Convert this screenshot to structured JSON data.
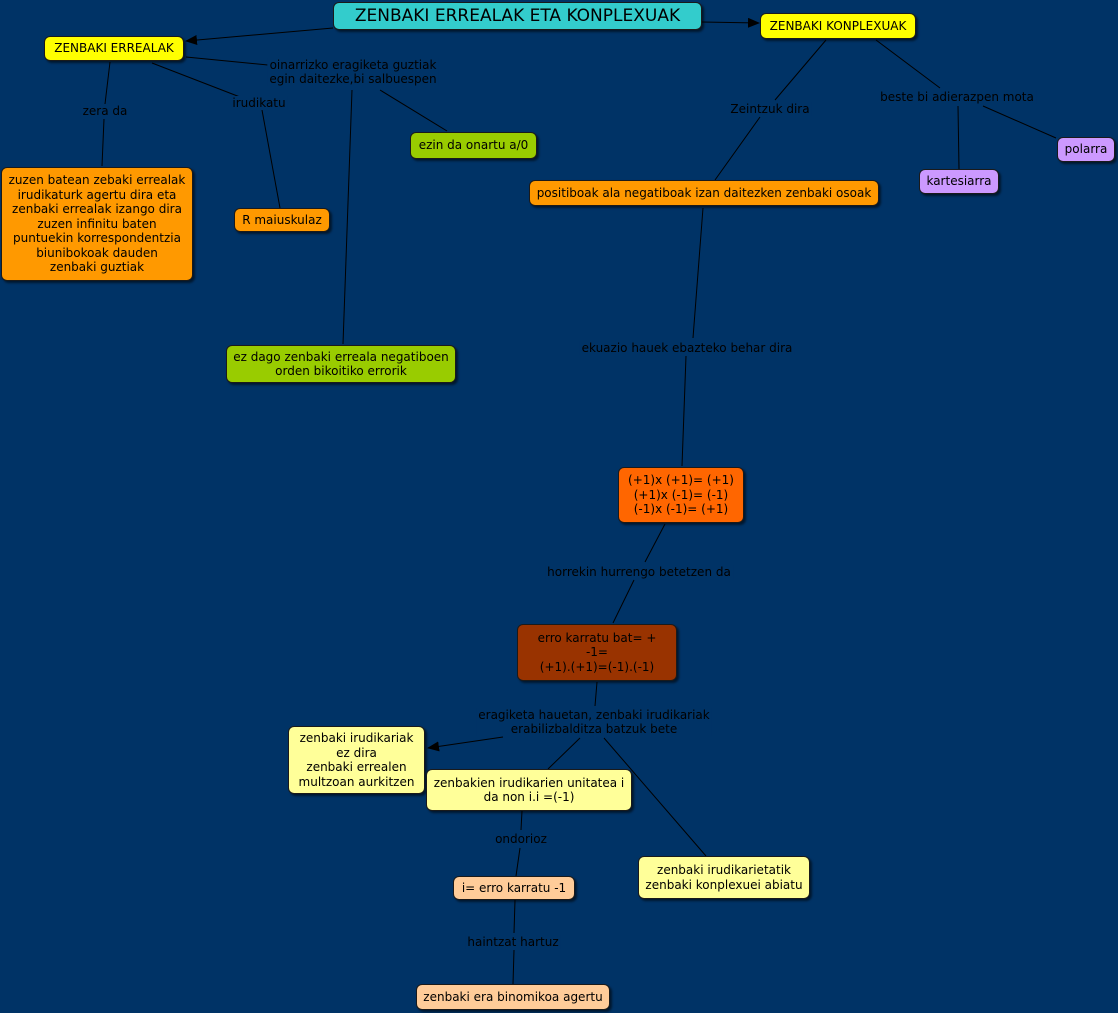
{
  "colors": {
    "background": "#003366",
    "yellow": "#ffff00",
    "orange": "#ff9900",
    "dark_orange": "#ff6600",
    "brown": "#993300",
    "lime": "#99cc00",
    "purple": "#cc99ff",
    "cream": "#ffff99",
    "peach": "#ffcc99",
    "teal": "#33cccc"
  },
  "nodes": {
    "title": "ZENBAKI ERREALAK ETA KONPLEXUAK",
    "erreal": "ZENBAKI ERREALAK",
    "konplex": "ZENBAKI KONPLEXUAK",
    "zuzen": "zuzen batean zebaki errealak\nirudikaturk agertu dira eta\nzenbaki errealak izango dira\nzuzen infinitu baten\npuntuekin korrespondentzia\nbiunibokoak dauden\nzenbaki guztiak",
    "r_maius": "R maiuskulaz",
    "ezin": "ezin da onartu a/0",
    "ezdago": "ez dago zenbaki erreala negatiboen\norden bikoitiko errorik",
    "positiboak": "positiboak ala negatiboak izan daitezken zenbaki osoak",
    "kartesiarra": "kartesiarra",
    "polarra": "polarra",
    "ekuazioak": "(+1)x (+1)= (+1)\n(+1)x (-1)= (-1)\n(-1)x (-1)= (+1)",
    "erro": "erro karratu bat= +\n-1=\n(+1).(+1)=(-1).(-1)",
    "irudikari_ez": "zenbaki irudikariak\nez dira\nzenbaki errealen\nmultzoan aurkitzen",
    "unitatea": "zenbakien irudikarien unitatea i\nda non i.i =(-1)",
    "konplexuei": "zenbaki irudikarietatik\nzenbaki konplexuei abiatu",
    "i_erro": "i= erro karratu -1",
    "binomikoa": "zenbaki era binomikoa agertu"
  },
  "links": {
    "zera_da": "zera da",
    "irudikatu": "irudikatu",
    "oinarrizko": "oinarrizko eragiketa guztiak\negin daitezke,bi salbuespen",
    "zeintzuk": "Zeintzuk dira",
    "beste_bi": "beste bi adierazpen mota",
    "ekuazio_hauek": "ekuazio hauek ebazteko behar dira",
    "horrekin": "horrekin hurrengo betetzen da",
    "eragiketa": "eragiketa hauetan, zenbaki irudikariak\nerabilizbalditza batzuk bete",
    "ondorioz": "ondorioz",
    "haintzat": "haintzat hartuz"
  }
}
